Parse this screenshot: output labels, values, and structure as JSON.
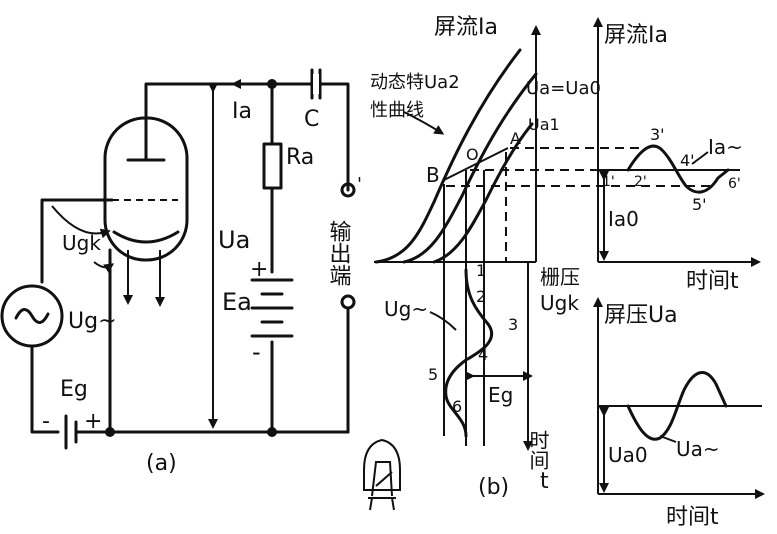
{
  "fig_a": {
    "caption": "(a)",
    "labels": {
      "ia": "Ia",
      "c": "C",
      "ra": "Ra",
      "ua": "Ua",
      "ea": "Ea",
      "plus": "+",
      "minus": "-",
      "ugk": "Ugk",
      "ug": "Ug~",
      "eg": "Eg",
      "eg_minus": "-",
      "eg_plus": "+",
      "output": "输出端",
      "output_mark": "'"
    }
  },
  "fig_b": {
    "caption": "(b)",
    "transfer": {
      "y_title": "屏流Ia",
      "x_title": "栅压",
      "x_title2": "Ugk",
      "note_line1": "动态特Ua2",
      "note_line2": "性曲线",
      "curve_ua": "Ua=Ua0",
      "curve_ua1": "Ua1",
      "pt_b": "B",
      "pt_o": "O",
      "pt_a": "A",
      "grid_time": "时间",
      "grid_time_t": "t",
      "ug_label": "Ug~",
      "eg_label": "Eg",
      "pts": [
        "1",
        "2",
        "3",
        "4",
        "5",
        "6"
      ]
    },
    "ia_plot": {
      "title": "屏流Ia",
      "x_title": "时间t",
      "ia0": "Ia0",
      "iac": "Ia~",
      "pts": [
        "1'",
        "2'",
        "3'",
        "4'",
        "5'",
        "6'"
      ]
    },
    "ua_plot": {
      "title": "屏压Ua",
      "x_title": "时间t",
      "ua0": "Ua0",
      "uac": "Ua~"
    }
  }
}
